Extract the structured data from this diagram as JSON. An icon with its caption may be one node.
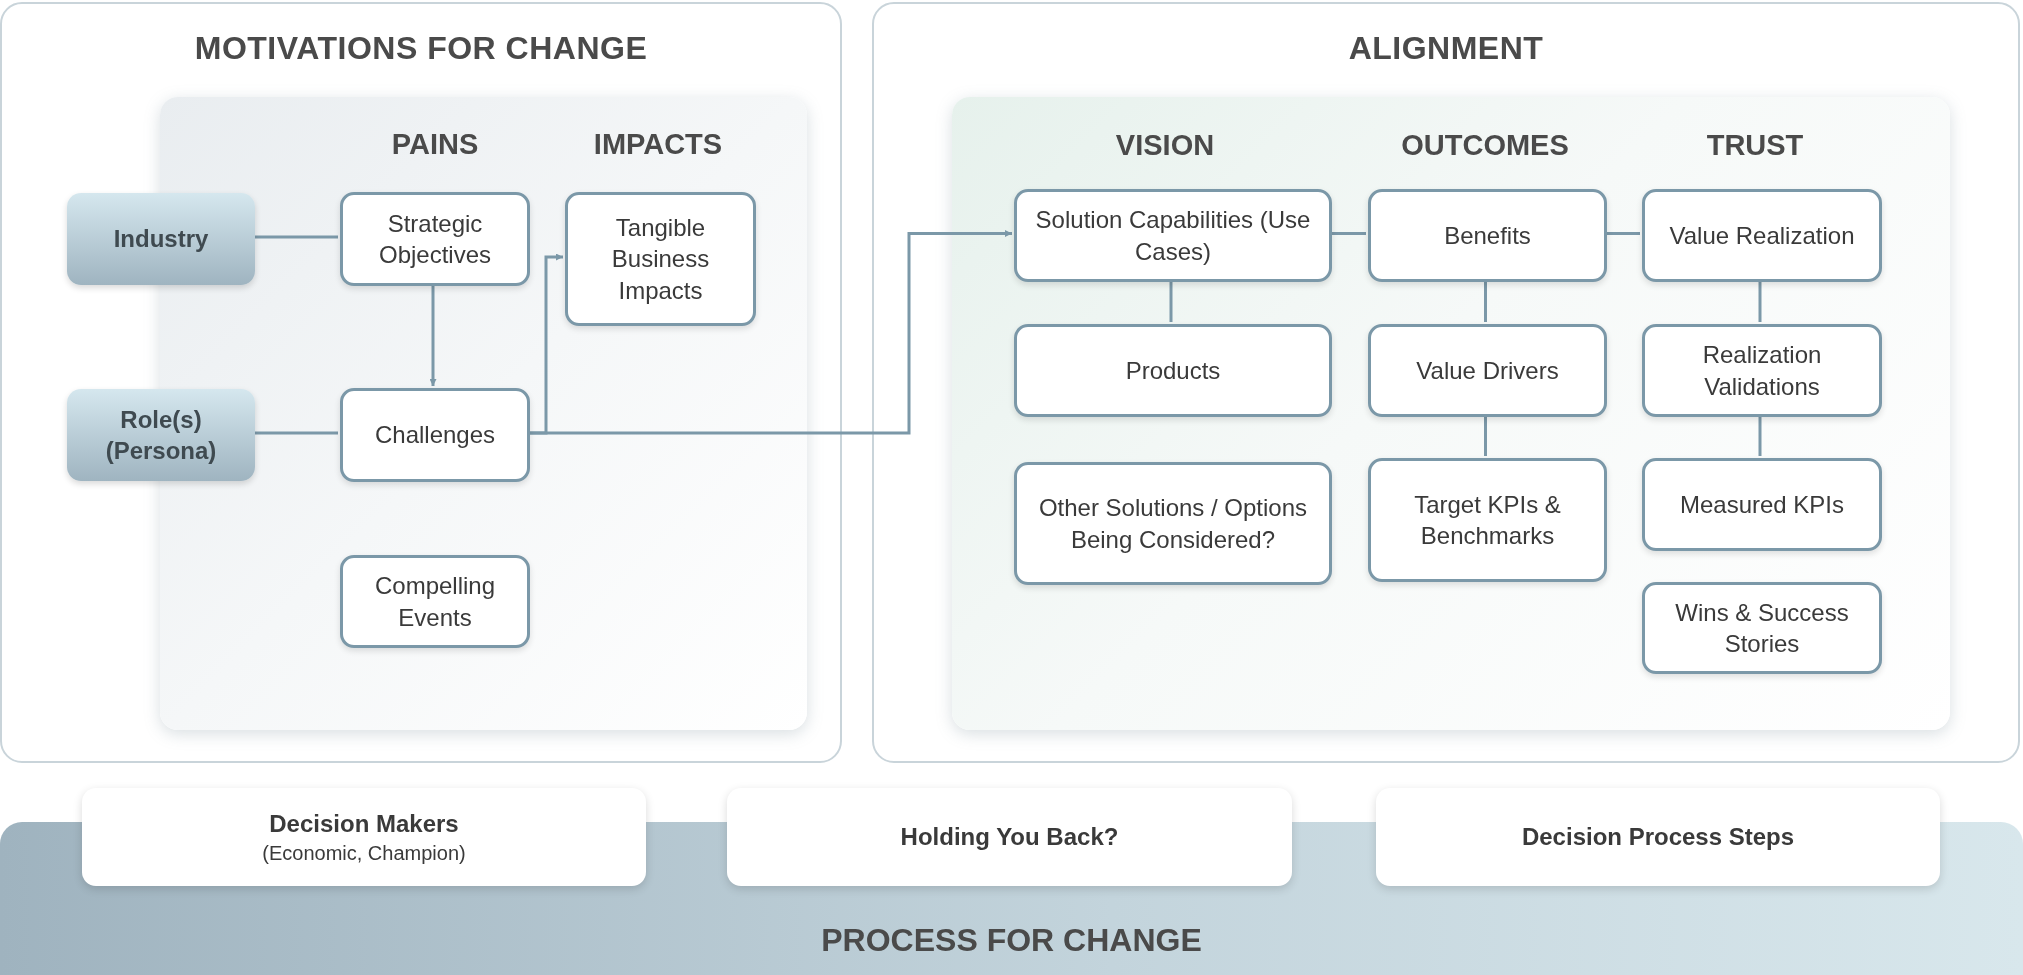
{
  "diagram": {
    "nodes": [
      {
        "text": [
          "MOTIVATIONS FOR CHANGE"
        ]
      },
      {
        "text": [
          "Industry"
        ],
        "in": 0
      },
      {
        "text": [
          "Role(s) (Persona)"
        ],
        "in": 0
      },
      {
        "text": [
          "Strategic Objectives"
        ],
        "in": 0
      },
      {
        "text": [
          "Challenges"
        ],
        "in": 0
      },
      {
        "text": [
          "Compelling Events"
        ],
        "in": 0
      },
      {
        "text": [
          "Tangible Business Impacts"
        ],
        "in": 0
      },
      {
        "text": [
          "ALIGNMENT"
        ]
      },
      {
        "text": [
          "Solution Capabilities (Use Cases)"
        ],
        "in": 7
      },
      {
        "text": [
          "Benefits"
        ],
        "in": 7
      },
      {
        "text": [
          "Value Realization"
        ],
        "in": 7
      },
      {
        "text": [
          "Products"
        ],
        "in": 7
      },
      {
        "text": [
          "Value Drivers"
        ],
        "in": 7
      },
      {
        "text": [
          "Realization Validations"
        ],
        "in": 7
      },
      {
        "text": [
          "Other Solutions / Options Being Considered?"
        ],
        "in": 7
      },
      {
        "text": [
          "Target KPIs & Benchmarks"
        ],
        "in": 7
      },
      {
        "text": [
          "Measured KPIs"
        ],
        "in": 7
      },
      {
        "text": [
          "Wins & Success Stories"
        ],
        "in": 7
      },
      {
        "text": [
          "PROCESS FOR CHANGE"
        ]
      },
      {
        "text": [
          "Decision Makers",
          "(Economic, Champion)"
        ]
      },
      {
        "text": [
          "Holding You Back?"
        ]
      },
      {
        "text": [
          "Decision Process Steps"
        ]
      }
    ],
    "edges": [
      {
        "from": 1,
        "to": 3,
        "arrow": "none"
      },
      {
        "from": 2,
        "to": 4,
        "arrow": "none"
      },
      {
        "from": 3,
        "to": 4,
        "arrow": "to"
      },
      {
        "from": 4,
        "to": 6,
        "arrow": "to"
      },
      {
        "from": 4,
        "to": 8,
        "arrow": "to"
      },
      {
        "from": 8,
        "to": 9,
        "arrow": "none"
      },
      {
        "from": 9,
        "to": 10,
        "arrow": "none"
      },
      {
        "from": 8,
        "to": 11,
        "arrow": "none"
      },
      {
        "from": 9,
        "to": 12,
        "arrow": "none"
      },
      {
        "from": 12,
        "to": 15,
        "arrow": "none"
      },
      {
        "from": 10,
        "to": 13,
        "arrow": "none"
      },
      {
        "from": 13,
        "to": 16,
        "arrow": "none"
      }
    ],
    "labels": [
      "PAINS",
      "IMPACTS",
      "VISION",
      "OUTCOMES",
      "TRUST"
    ]
  }
}
